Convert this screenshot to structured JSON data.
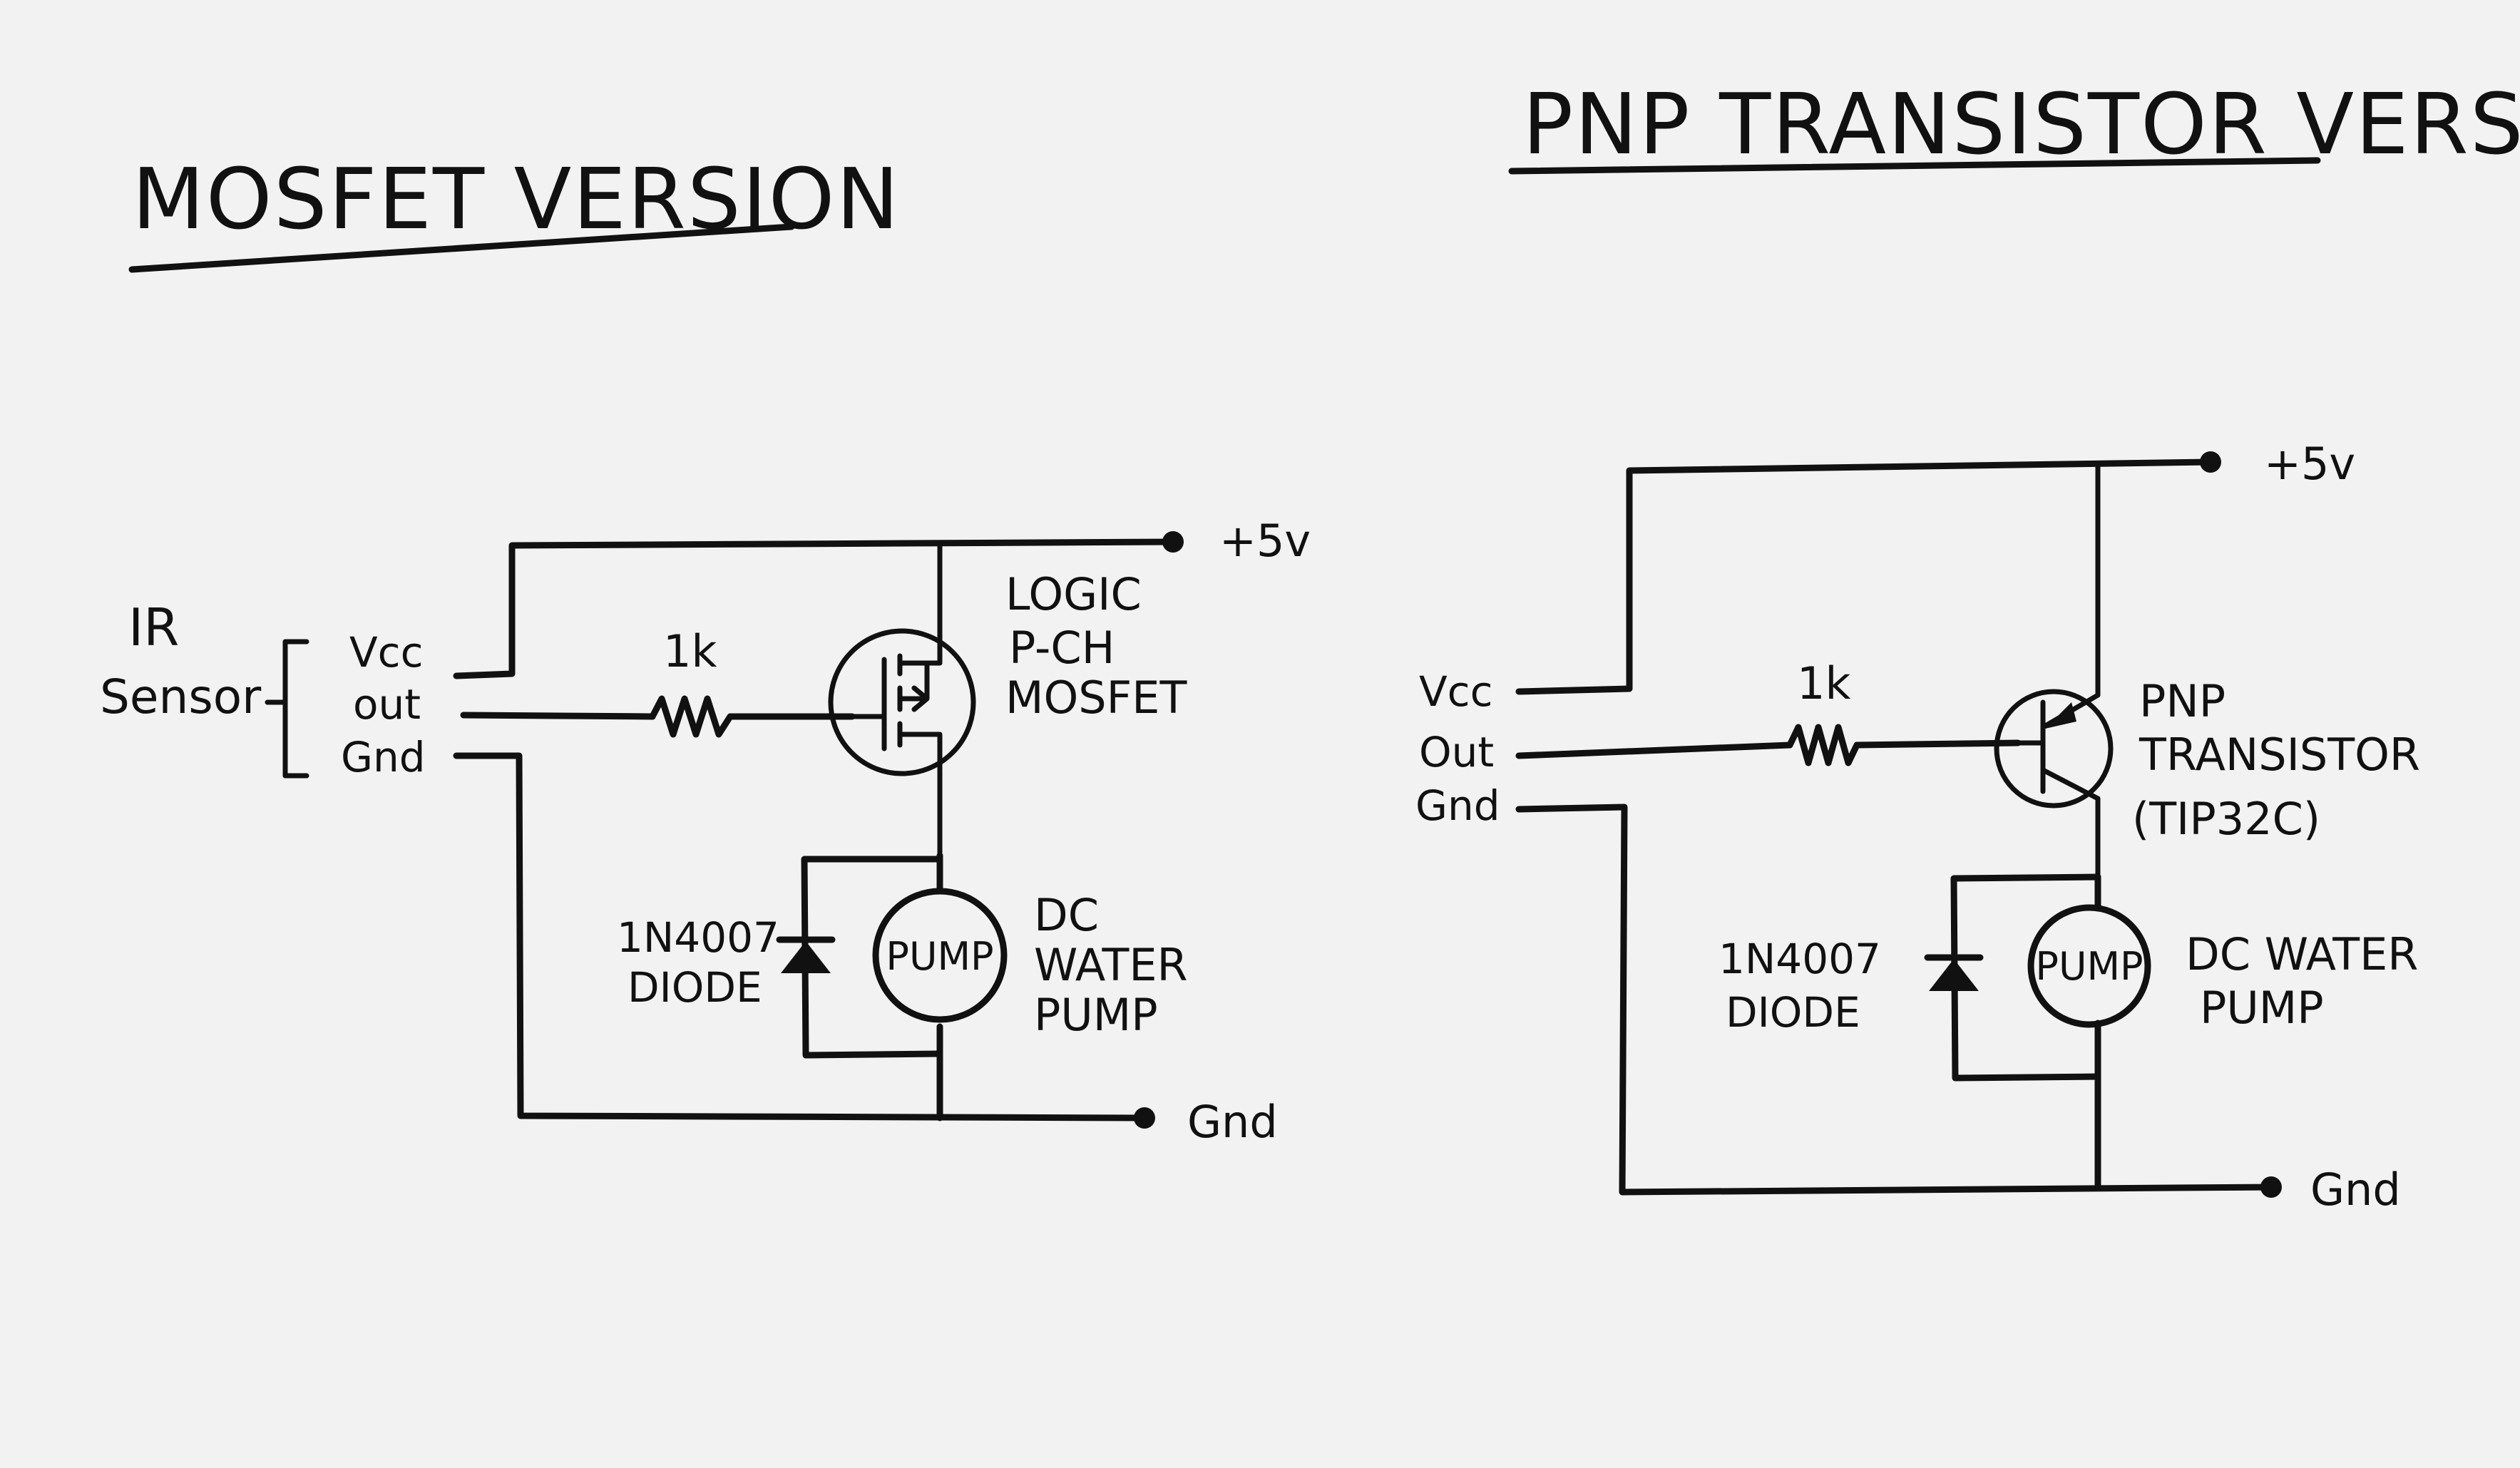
{
  "mosfet_version": {
    "title": "MOSFET VERSION",
    "ir_sensor_label_line1": "IR",
    "ir_sensor_label_line2": "Sensor",
    "pin_vcc": "Vcc",
    "pin_out": "out",
    "pin_gnd": "Gnd",
    "resistor_label": "1k",
    "mosfet_label_line1": "LOGIC",
    "mosfet_label_line2": "P-CH",
    "mosfet_label_line3": "MOSFET",
    "supply_label": "+5v",
    "ground_label": "Gnd",
    "diode_label_line1": "1N4007",
    "diode_label_line2": "DIODE",
    "pump_symbol_text": "PUMP",
    "pump_label_line1": "DC",
    "pump_label_line2": "WATER",
    "pump_label_line3": "PUMP"
  },
  "pnp_version": {
    "title": "PNP TRANSISTOR VERSION",
    "pin_vcc": "Vcc",
    "pin_out": "Out",
    "pin_gnd": "Gnd",
    "resistor_label": "1k",
    "transistor_label_line1": "PNP",
    "transistor_label_line2": "TRANSISTOR",
    "transistor_label_line3": "(TIP32C)",
    "supply_label": "+5v",
    "ground_label": "Gnd",
    "diode_label_line1": "1N4007",
    "diode_label_line2": "DIODE",
    "pump_symbol_text": "PUMP",
    "pump_label_line1": "DC WATER",
    "pump_label_line2": "PUMP"
  },
  "colors": {
    "paper": "#f2f2f2",
    "ink": "#111111"
  }
}
